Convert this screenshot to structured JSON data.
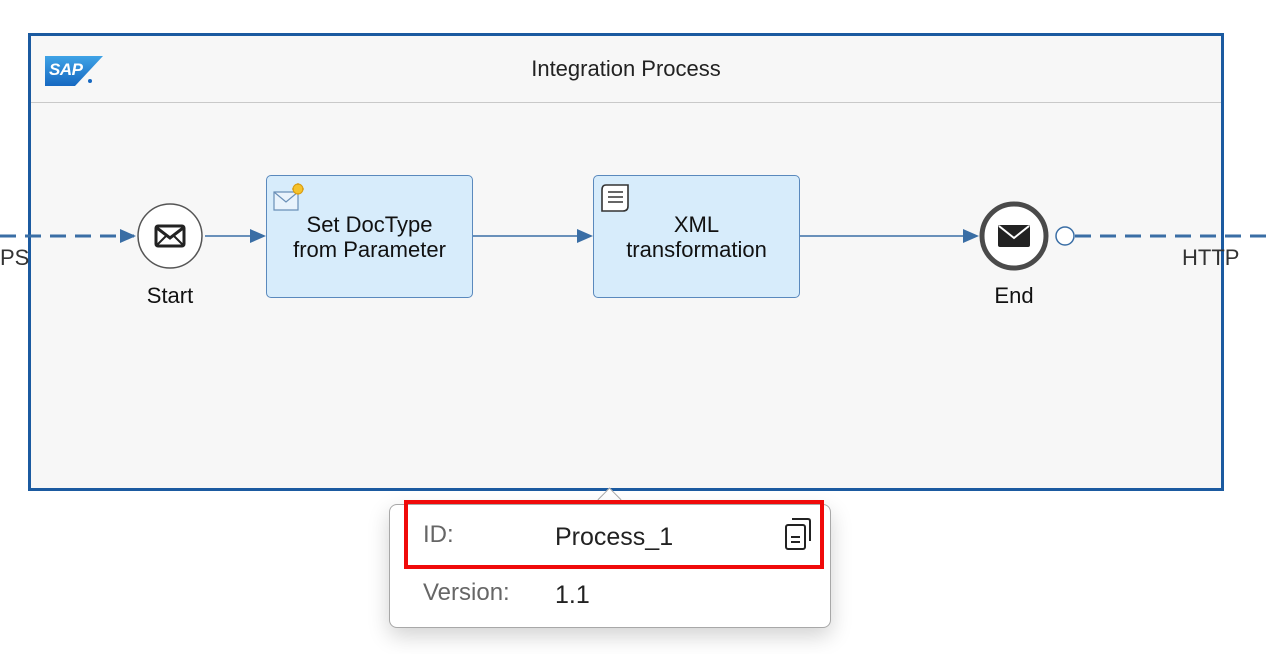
{
  "process": {
    "title": "Integration Process",
    "logo_text": "SAP"
  },
  "events": {
    "start_label": "Start",
    "start_icon": "envelope-icon",
    "end_label": "End",
    "end_icon": "envelope-filled-icon"
  },
  "tasks": [
    {
      "label_line1": "Set DocType",
      "label_line2": "from Parameter",
      "icon": "content-modifier-icon"
    },
    {
      "label_line1": "XML",
      "label_line2": "transformation",
      "icon": "script-icon"
    }
  ],
  "adapters": {
    "left_label": "PS",
    "right_label": "HTTP"
  },
  "popover": {
    "id_label": "ID:",
    "id_value": "Process_1",
    "version_label": "Version:",
    "version_value": "1.1",
    "copy_icon": "copy-icon"
  },
  "colors": {
    "pool_border": "#1b5aa0",
    "task_fill": "#d7ecfb",
    "flow": "#3a6ea5",
    "highlight": "#f00a0a"
  }
}
